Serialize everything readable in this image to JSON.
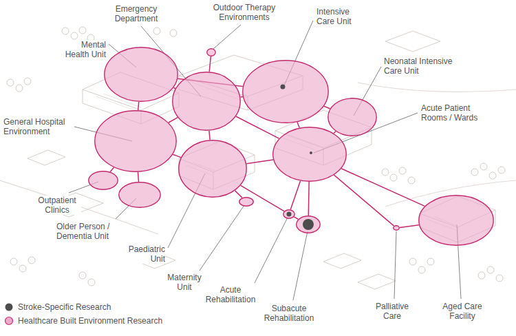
{
  "diagram": {
    "nodes": [
      {
        "text": [
          "Emergency Department"
        ]
      },
      {
        "text": [
          "Outdoor Therapy Environments"
        ]
      },
      {
        "text": [
          "Intensive Care Unit"
        ]
      },
      {
        "text": [
          "Mental Health Unit"
        ]
      },
      {
        "text": [
          "Neonatal Intensive Care Unit"
        ]
      },
      {
        "text": [
          "Acute Patient Rooms / Wards"
        ]
      },
      {
        "text": [
          "General Hospital Environment"
        ]
      },
      {
        "text": [
          "Outpatient Clinics"
        ]
      },
      {
        "text": [
          "Older Person / Dementia Unit"
        ]
      },
      {
        "text": [
          "Paediatric Unit"
        ]
      },
      {
        "text": [
          "Maternity Unit"
        ]
      },
      {
        "text": [
          "Acute Rehabilitation"
        ]
      },
      {
        "text": [
          "Subacute Rehabilitation"
        ]
      },
      {
        "text": [
          "Palliative Care"
        ]
      },
      {
        "text": [
          "Aged Care Facility"
        ]
      }
    ],
    "edges": [
      {
        "from": 3,
        "to": 0,
        "arrow": "none"
      },
      {
        "from": 3,
        "to": 6,
        "arrow": "none"
      },
      {
        "from": 3,
        "to": 2,
        "arrow": "none"
      },
      {
        "from": 1,
        "to": 0,
        "arrow": "none"
      },
      {
        "from": 0,
        "to": 2,
        "arrow": "none"
      },
      {
        "from": 0,
        "to": 6,
        "arrow": "none"
      },
      {
        "from": 0,
        "to": 9,
        "arrow": "none"
      },
      {
        "from": 0,
        "to": 5,
        "arrow": "none"
      },
      {
        "from": 2,
        "to": 4,
        "arrow": "none"
      },
      {
        "from": 2,
        "to": 5,
        "arrow": "none"
      },
      {
        "from": 4,
        "to": 5,
        "arrow": "none"
      },
      {
        "from": 6,
        "to": 9,
        "arrow": "none"
      },
      {
        "from": 6,
        "to": 7,
        "arrow": "none"
      },
      {
        "from": 6,
        "to": 8,
        "arrow": "none"
      },
      {
        "from": 9,
        "to": 10,
        "arrow": "none"
      },
      {
        "from": 9,
        "to": 5,
        "arrow": "none"
      },
      {
        "from": 9,
        "to": 11,
        "arrow": "none"
      },
      {
        "from": 5,
        "to": 11,
        "arrow": "none"
      },
      {
        "from": 5,
        "to": 12,
        "arrow": "none"
      },
      {
        "from": 5,
        "to": 13,
        "arrow": "none"
      },
      {
        "from": 5,
        "to": 14,
        "arrow": "none"
      },
      {
        "from": 13,
        "to": 14,
        "arrow": "none"
      },
      {
        "from": 11,
        "to": 12,
        "arrow": "none"
      }
    ],
    "legend": [
      {
        "text": "Stroke-Specific Research",
        "color": "#4d4d4d"
      },
      {
        "text": "Healthcare Built Environment Research",
        "color": "#eeaacb"
      }
    ]
  }
}
